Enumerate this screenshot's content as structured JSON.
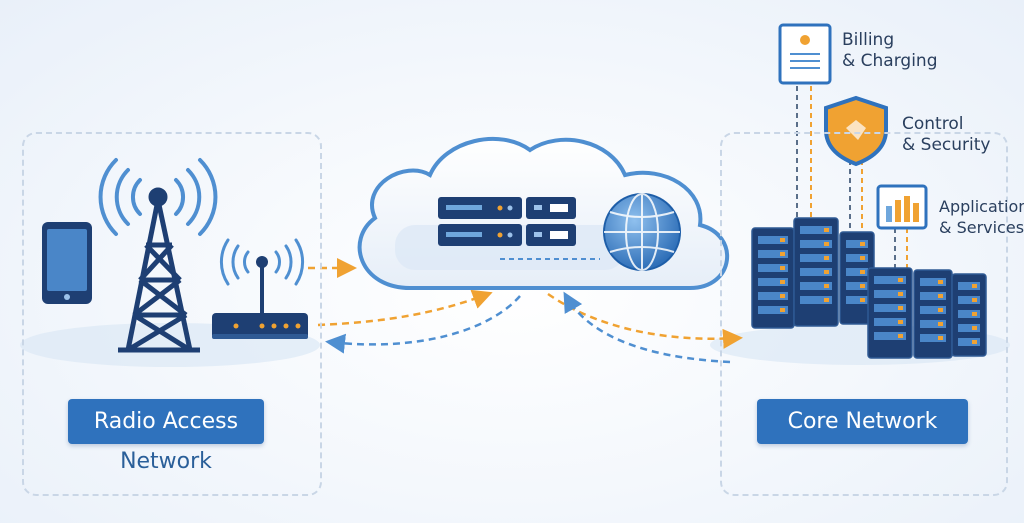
{
  "radio_access": {
    "line1": "Radio Access",
    "line2": "Network"
  },
  "core_network": {
    "label": "Core Network"
  },
  "services": {
    "billing": {
      "line1": "Billing",
      "line2": "& Charging"
    },
    "control": {
      "line1": "Control",
      "line2": "& Security"
    },
    "apps": {
      "line1": "Applications",
      "line2": "& Services"
    }
  },
  "icons": {
    "tablet": "tablet-icon",
    "tower": "cell-tower-icon",
    "router": "router-icon",
    "cloud": "cloud-icon",
    "globe": "globe-icon",
    "servers": "server-rack-icon",
    "billing": "invoice-icon",
    "control": "shield-icon",
    "apps": "bar-chart-icon"
  },
  "colors": {
    "primary_blue": "#2f72bd",
    "dark_navy": "#1e3f73",
    "orange": "#f0a232",
    "light_blue": "#6fa7dc"
  }
}
